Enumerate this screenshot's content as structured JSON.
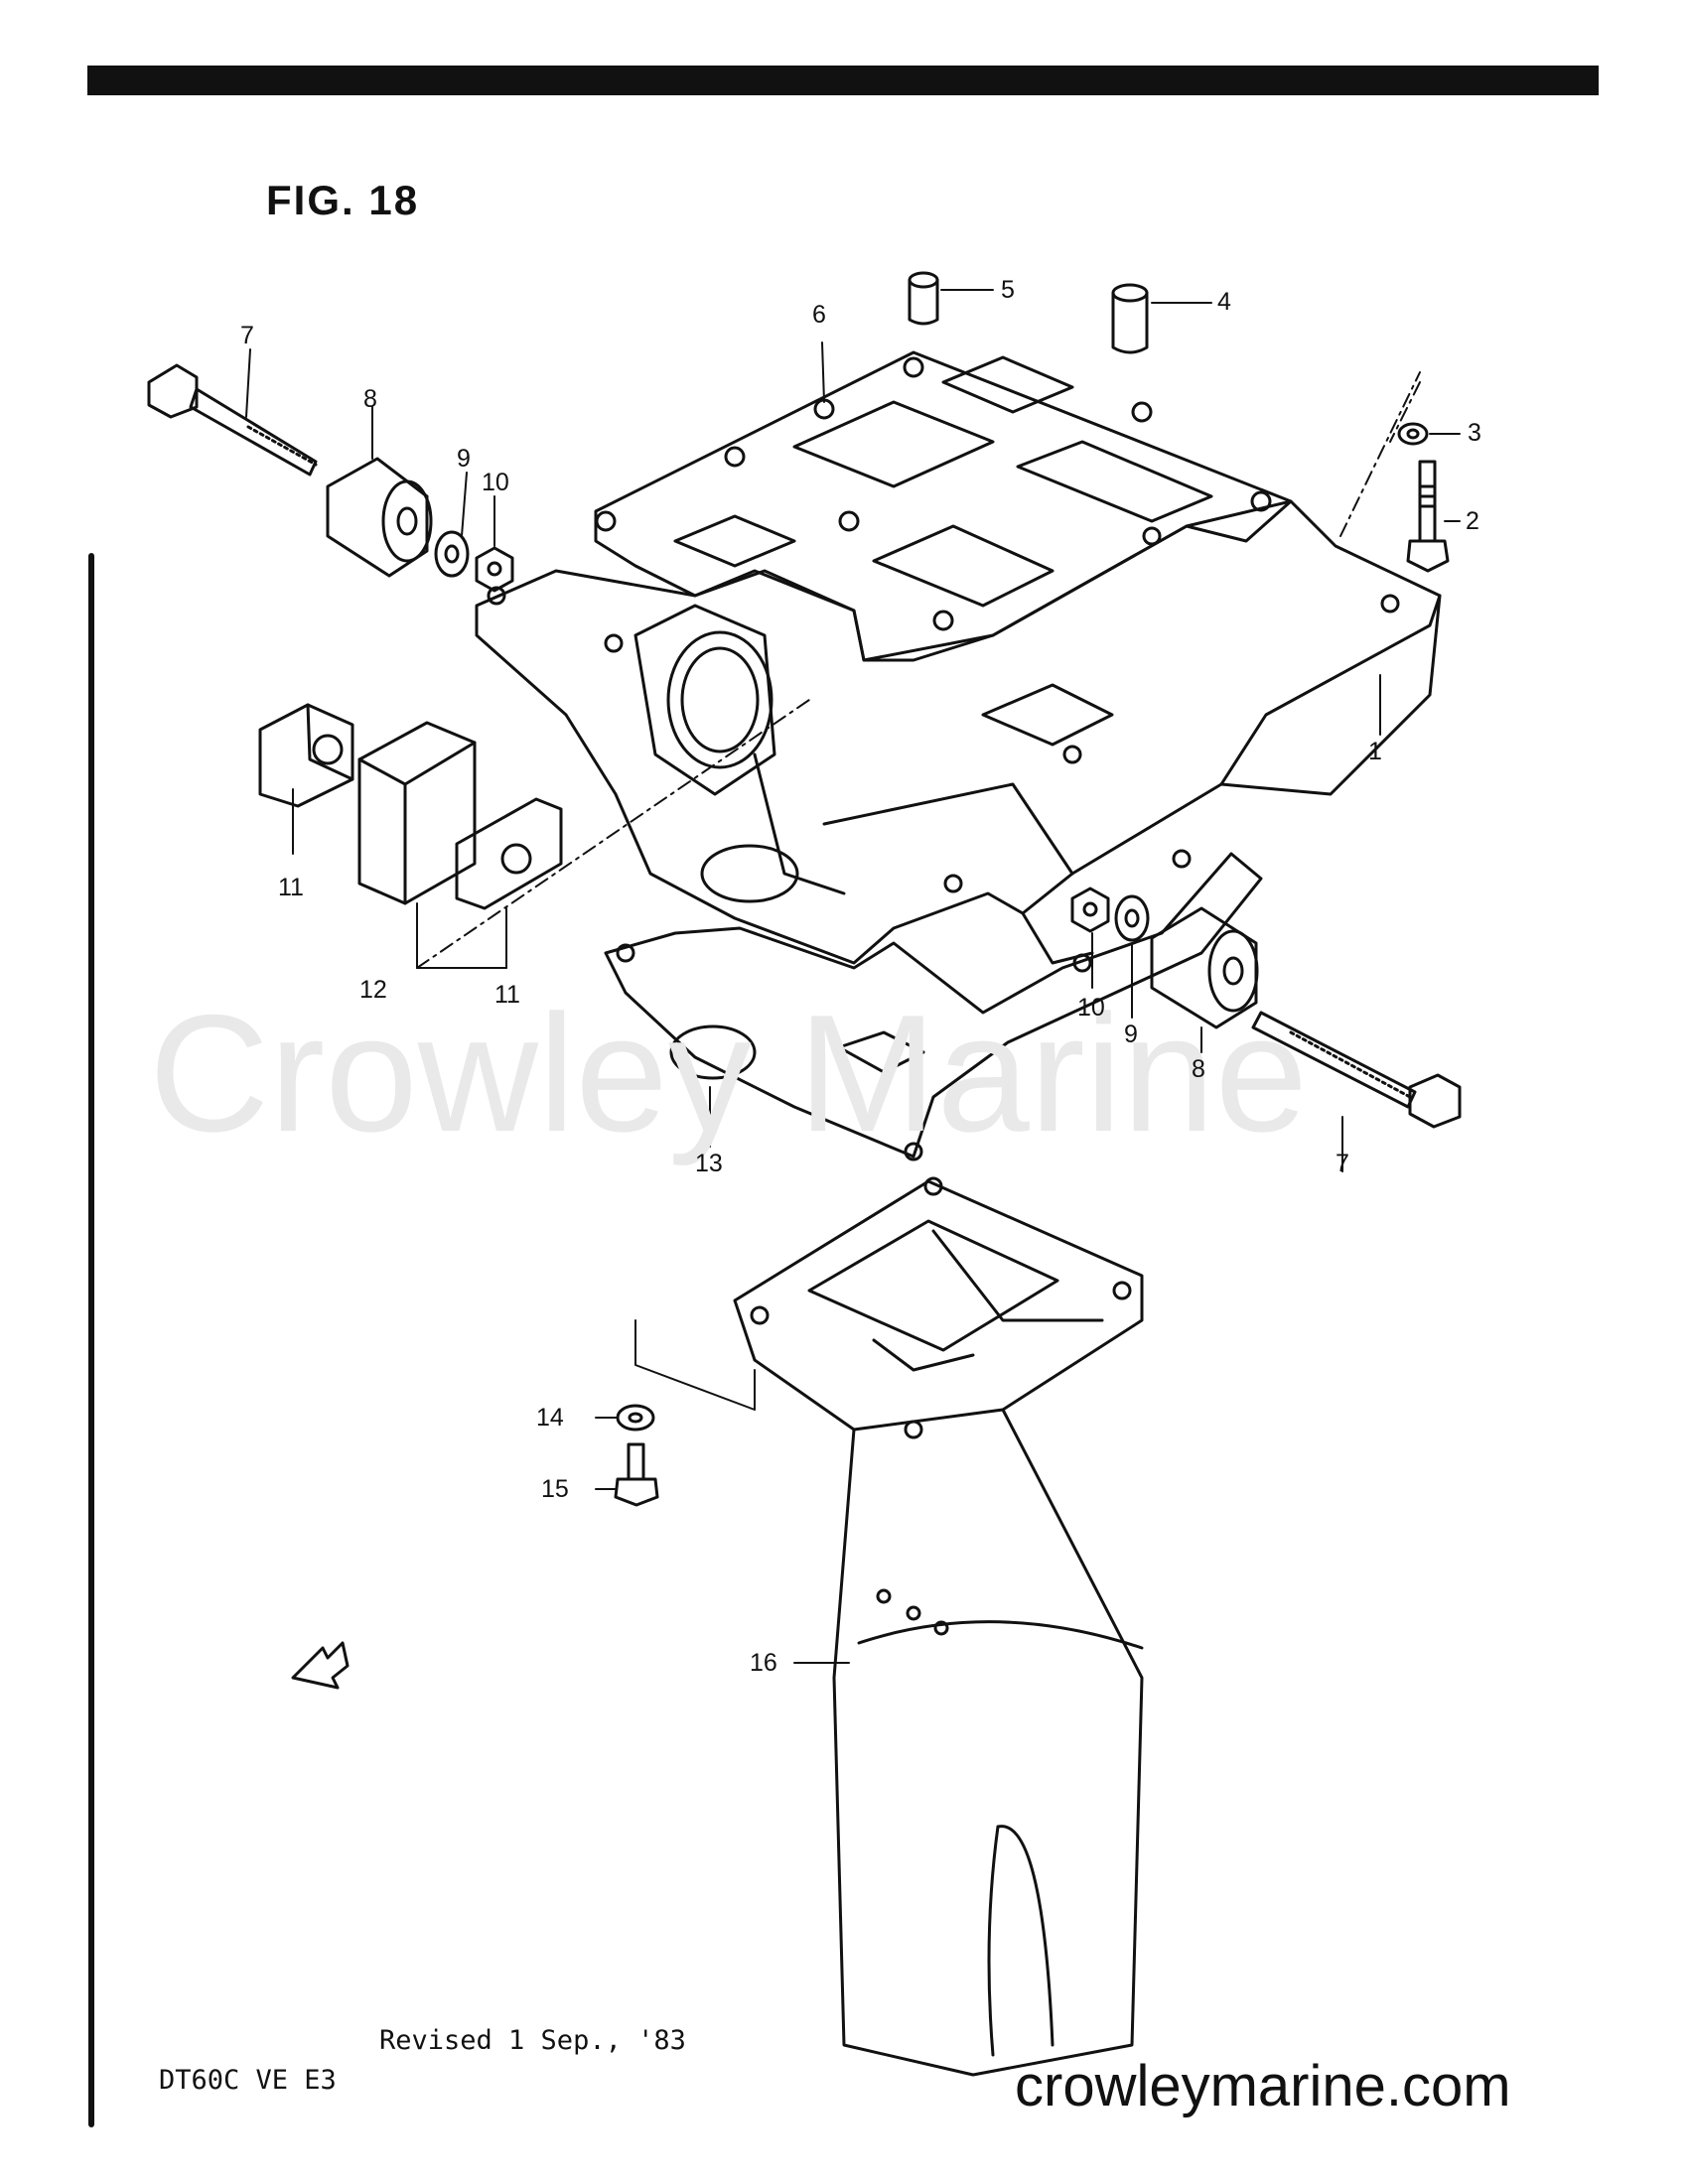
{
  "figure_title": "FIG. 18",
  "model_code": "DT60C VE E3",
  "revision_note": "Revised 1 Sep., '83",
  "website": "crowleymarine.com",
  "watermark": "Crowley Marine",
  "callouts": {
    "c1": "1",
    "c2": "2",
    "c3": "3",
    "c4": "4",
    "c5": "5",
    "c6": "6",
    "c7a": "7",
    "c7b": "7",
    "c8a": "8",
    "c8b": "8",
    "c9a": "9",
    "c9b": "9",
    "c10a": "10",
    "c10b": "10",
    "c11a": "11",
    "c11b": "11",
    "c12": "12",
    "c13": "13",
    "c14": "14",
    "c15": "15",
    "c16": "16"
  },
  "colors": {
    "ink": "#111111",
    "watermark": "#e9e9e9"
  }
}
